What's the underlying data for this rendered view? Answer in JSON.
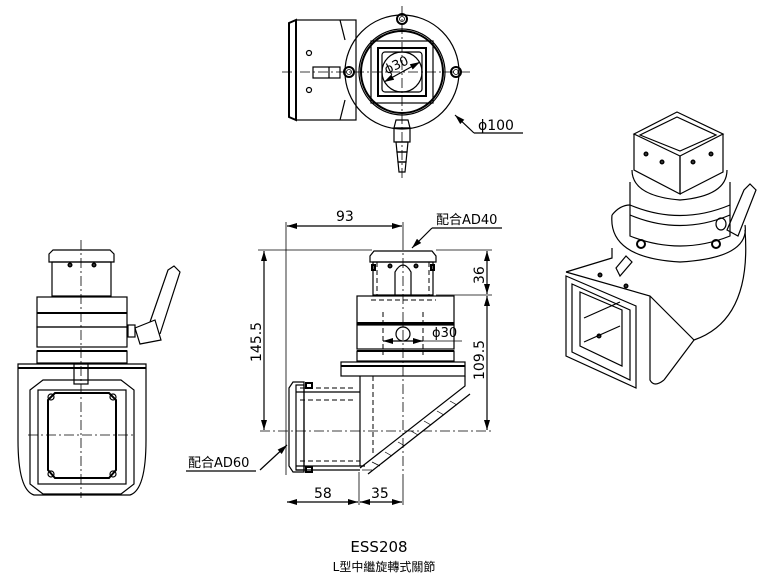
{
  "drawing": {
    "model": "ESS208",
    "description": "L型中繼旋轉式關節",
    "line_color": "#000000",
    "background": "#ffffff"
  },
  "top_view": {
    "diameter_outer": "ϕ100",
    "diameter_inner": "ϕ30"
  },
  "front_view": {
    "width_top": "93",
    "mating_top": "配合AD40",
    "height_top_section": "36",
    "height_total": "145.5",
    "height_lower": "109.5",
    "inner_diameter": "ϕ30",
    "mating_side": "配合AD60",
    "width_left": "58",
    "width_right": "35"
  }
}
